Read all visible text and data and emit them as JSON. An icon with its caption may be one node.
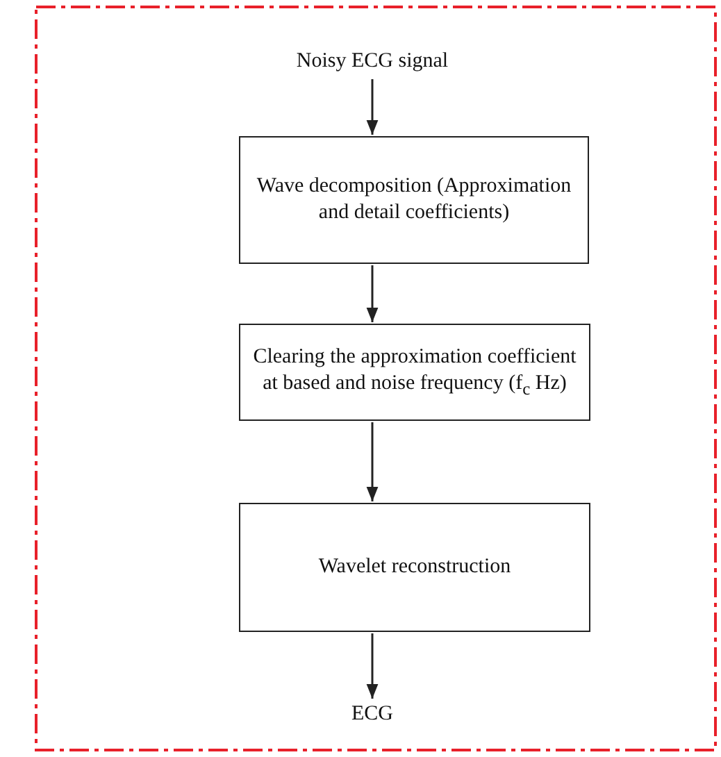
{
  "diagram": {
    "nodes": [
      {
        "text": [
          "Noisy ECG signal"
        ]
      },
      {
        "text": [
          "Wave decomposition (Approximation and detail coefficients)"
        ]
      },
      {
        "text": [
          "Clearing the approximation coefficient at based and noise frequency (f$_{c}$ Hz)"
        ]
      },
      {
        "text": [
          "Wavelet reconstruction"
        ]
      },
      {
        "text": [
          "ECG"
        ]
      }
    ],
    "edges": [
      {
        "from": 0,
        "to": 1,
        "arrow": "to"
      },
      {
        "from": 1,
        "to": 2,
        "arrow": "to"
      },
      {
        "from": 2,
        "to": 3,
        "arrow": "to"
      },
      {
        "from": 3,
        "to": 4,
        "arrow": "to"
      }
    ]
  }
}
